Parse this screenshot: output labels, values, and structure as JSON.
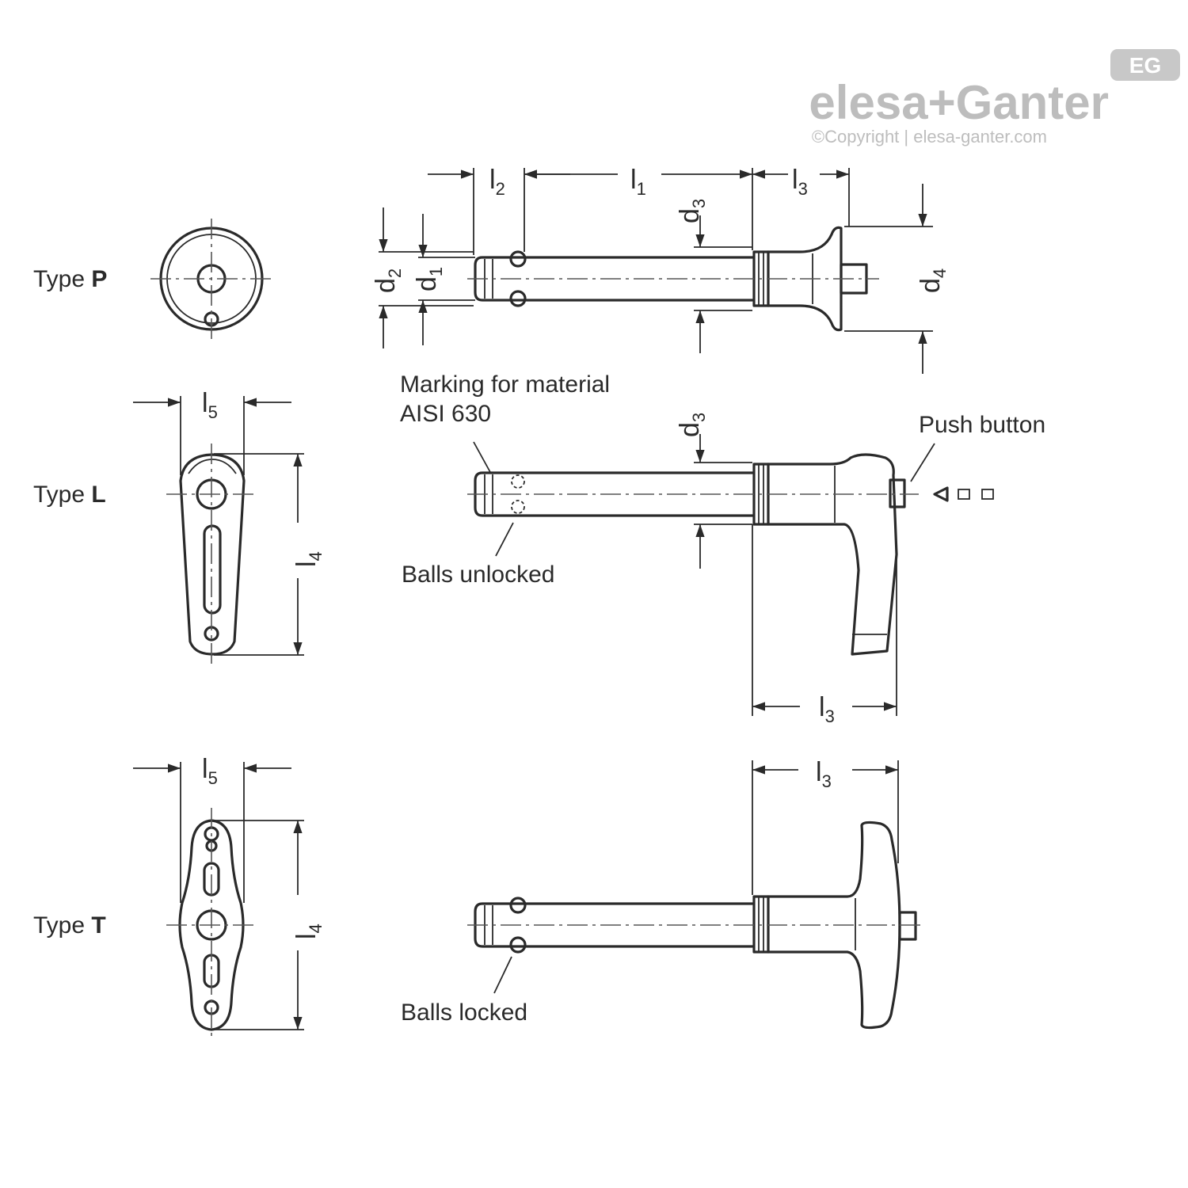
{
  "logo": {
    "brand": "elesa+Ganter",
    "badge": "EG",
    "copyright": "©Copyright | elesa-ganter.com"
  },
  "types": [
    {
      "prefix": "Type ",
      "letter": "P"
    },
    {
      "prefix": "Type ",
      "letter": "L"
    },
    {
      "prefix": "Type ",
      "letter": "T"
    }
  ],
  "dimensions": {
    "l1": {
      "base": "l",
      "sub": "1"
    },
    "l2": {
      "base": "l",
      "sub": "2"
    },
    "l3": {
      "base": "l",
      "sub": "3"
    },
    "l4": {
      "base": "l",
      "sub": "4"
    },
    "l5": {
      "base": "l",
      "sub": "5"
    },
    "d1": {
      "base": "d",
      "sub": "1"
    },
    "d2": {
      "base": "d",
      "sub": "2"
    },
    "d3": {
      "base": "d",
      "sub": "3"
    },
    "d4": {
      "base": "d",
      "sub": "4"
    }
  },
  "annotations": {
    "marking_line1": "Marking for material",
    "marking_line2": "AISI 630",
    "balls_unlocked": "Balls unlocked",
    "balls_locked": "Balls locked",
    "push_button": "Push button"
  }
}
